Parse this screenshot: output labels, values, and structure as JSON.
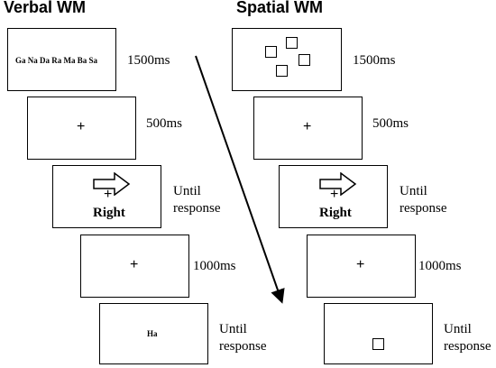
{
  "titles": {
    "verbal": "Verbal WM",
    "spatial": "Spatial WM"
  },
  "frames": {
    "memory_verbal_text": "Ga Na Da Ra Ma Ba Sa",
    "fixation": "+",
    "arrow_word": "Right",
    "probe_verbal_text": "Ha"
  },
  "durations": {
    "memory": "1500ms",
    "fixation1": "500ms",
    "until": "Until",
    "response": "response",
    "fixation2": "1000ms"
  },
  "colors": {
    "stroke": "#000000",
    "background": "#ffffff"
  },
  "icons": [
    "right-arrow-icon",
    "square-icon",
    "time-arrow-icon"
  ]
}
